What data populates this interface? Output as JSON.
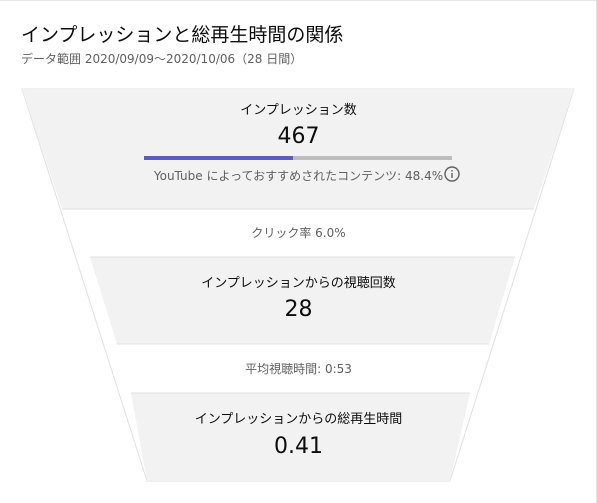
{
  "header": {
    "title": "インプレッションと総再生時間の関係",
    "date_range": "データ範囲 2020/09/09〜2020/10/06（28 日間）"
  },
  "funnel": {
    "impressions": {
      "label": "インプレッション数",
      "value": "467",
      "recommended_share": 0.484,
      "recommended_note": "YouTube によっておすすめされたコンテンツ: 48.4%"
    },
    "ctr": {
      "label": "クリック率 6.0%"
    },
    "views": {
      "label": "インプレッションからの視聴回数",
      "value": "28"
    },
    "avg_view_duration": {
      "label": "平均視聴時間: 0:53"
    },
    "watch_time": {
      "label": "インプレッションからの総再生時間",
      "value": "0.41"
    }
  },
  "icons": {
    "info": "info-icon"
  },
  "colors": {
    "stage_fill": "#f2f2f2",
    "band_fill": "#ffffff",
    "progress_fill": "#5a5ac8",
    "progress_track": "#bdbdbd"
  }
}
